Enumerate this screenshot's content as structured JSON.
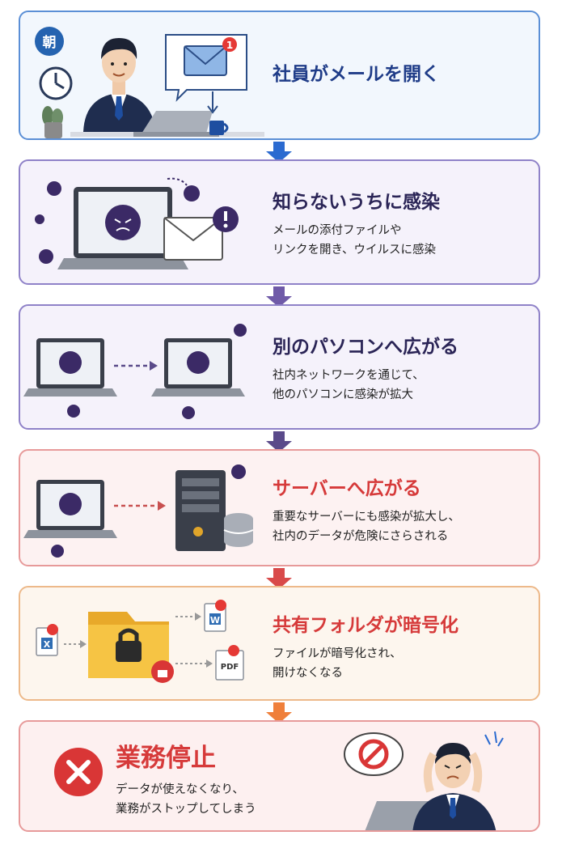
{
  "steps": [
    {
      "id": "morning",
      "badge": "朝",
      "title": "社員がメールを開く",
      "desc": [],
      "title_color": "#1f3c88",
      "border": "#5b8fd6",
      "bg": "#f2f7fd",
      "arrow": "#2a6ad0"
    },
    {
      "id": "infection",
      "title": "知らないうちに感染",
      "desc": [
        "メールの添付ファイルや",
        "リンクを開き、ウイルスに感染"
      ],
      "title_color": "#2a2456",
      "border": "#8f82c8",
      "bg": "#f5f2fb",
      "arrow": "#6f5aa8"
    },
    {
      "id": "spread-pc",
      "title": "別のパソコンへ広がる",
      "desc": [
        "社内ネットワークを通じて、",
        "他のパソコンに感染が拡大"
      ],
      "title_color": "#2a2456",
      "border": "#8f82c8",
      "bg": "#f5f2fb",
      "arrow": "#5a4a8a"
    },
    {
      "id": "spread-server",
      "title": "サーバーへ広がる",
      "desc": [
        "重要なサーバーにも感染が拡大し、",
        "社内のデータが危険にさらされる"
      ],
      "title_color": "#d63a3a",
      "border": "#e79a9a",
      "bg": "#fdf2f2",
      "arrow": "#d94a4a"
    },
    {
      "id": "encrypted",
      "title": "共有フォルダが暗号化",
      "desc": [
        "ファイルが暗号化され、",
        "開けなくなる"
      ],
      "title_color": "#d63a3a",
      "border": "#edb98a",
      "bg": "#fdf6ee",
      "arrow": "#ef7f3a"
    },
    {
      "id": "halt",
      "title": "業務停止",
      "desc": [
        "データが使えなくなり、",
        "業務がストップしてしまう"
      ],
      "title_color": "#d63a3a",
      "border": "#e79a9a",
      "bg": "#fdf0f0"
    }
  ],
  "icons": {
    "email_badge": "1",
    "file_w": "W",
    "file_x": "X",
    "file_pdf": "PDF"
  }
}
